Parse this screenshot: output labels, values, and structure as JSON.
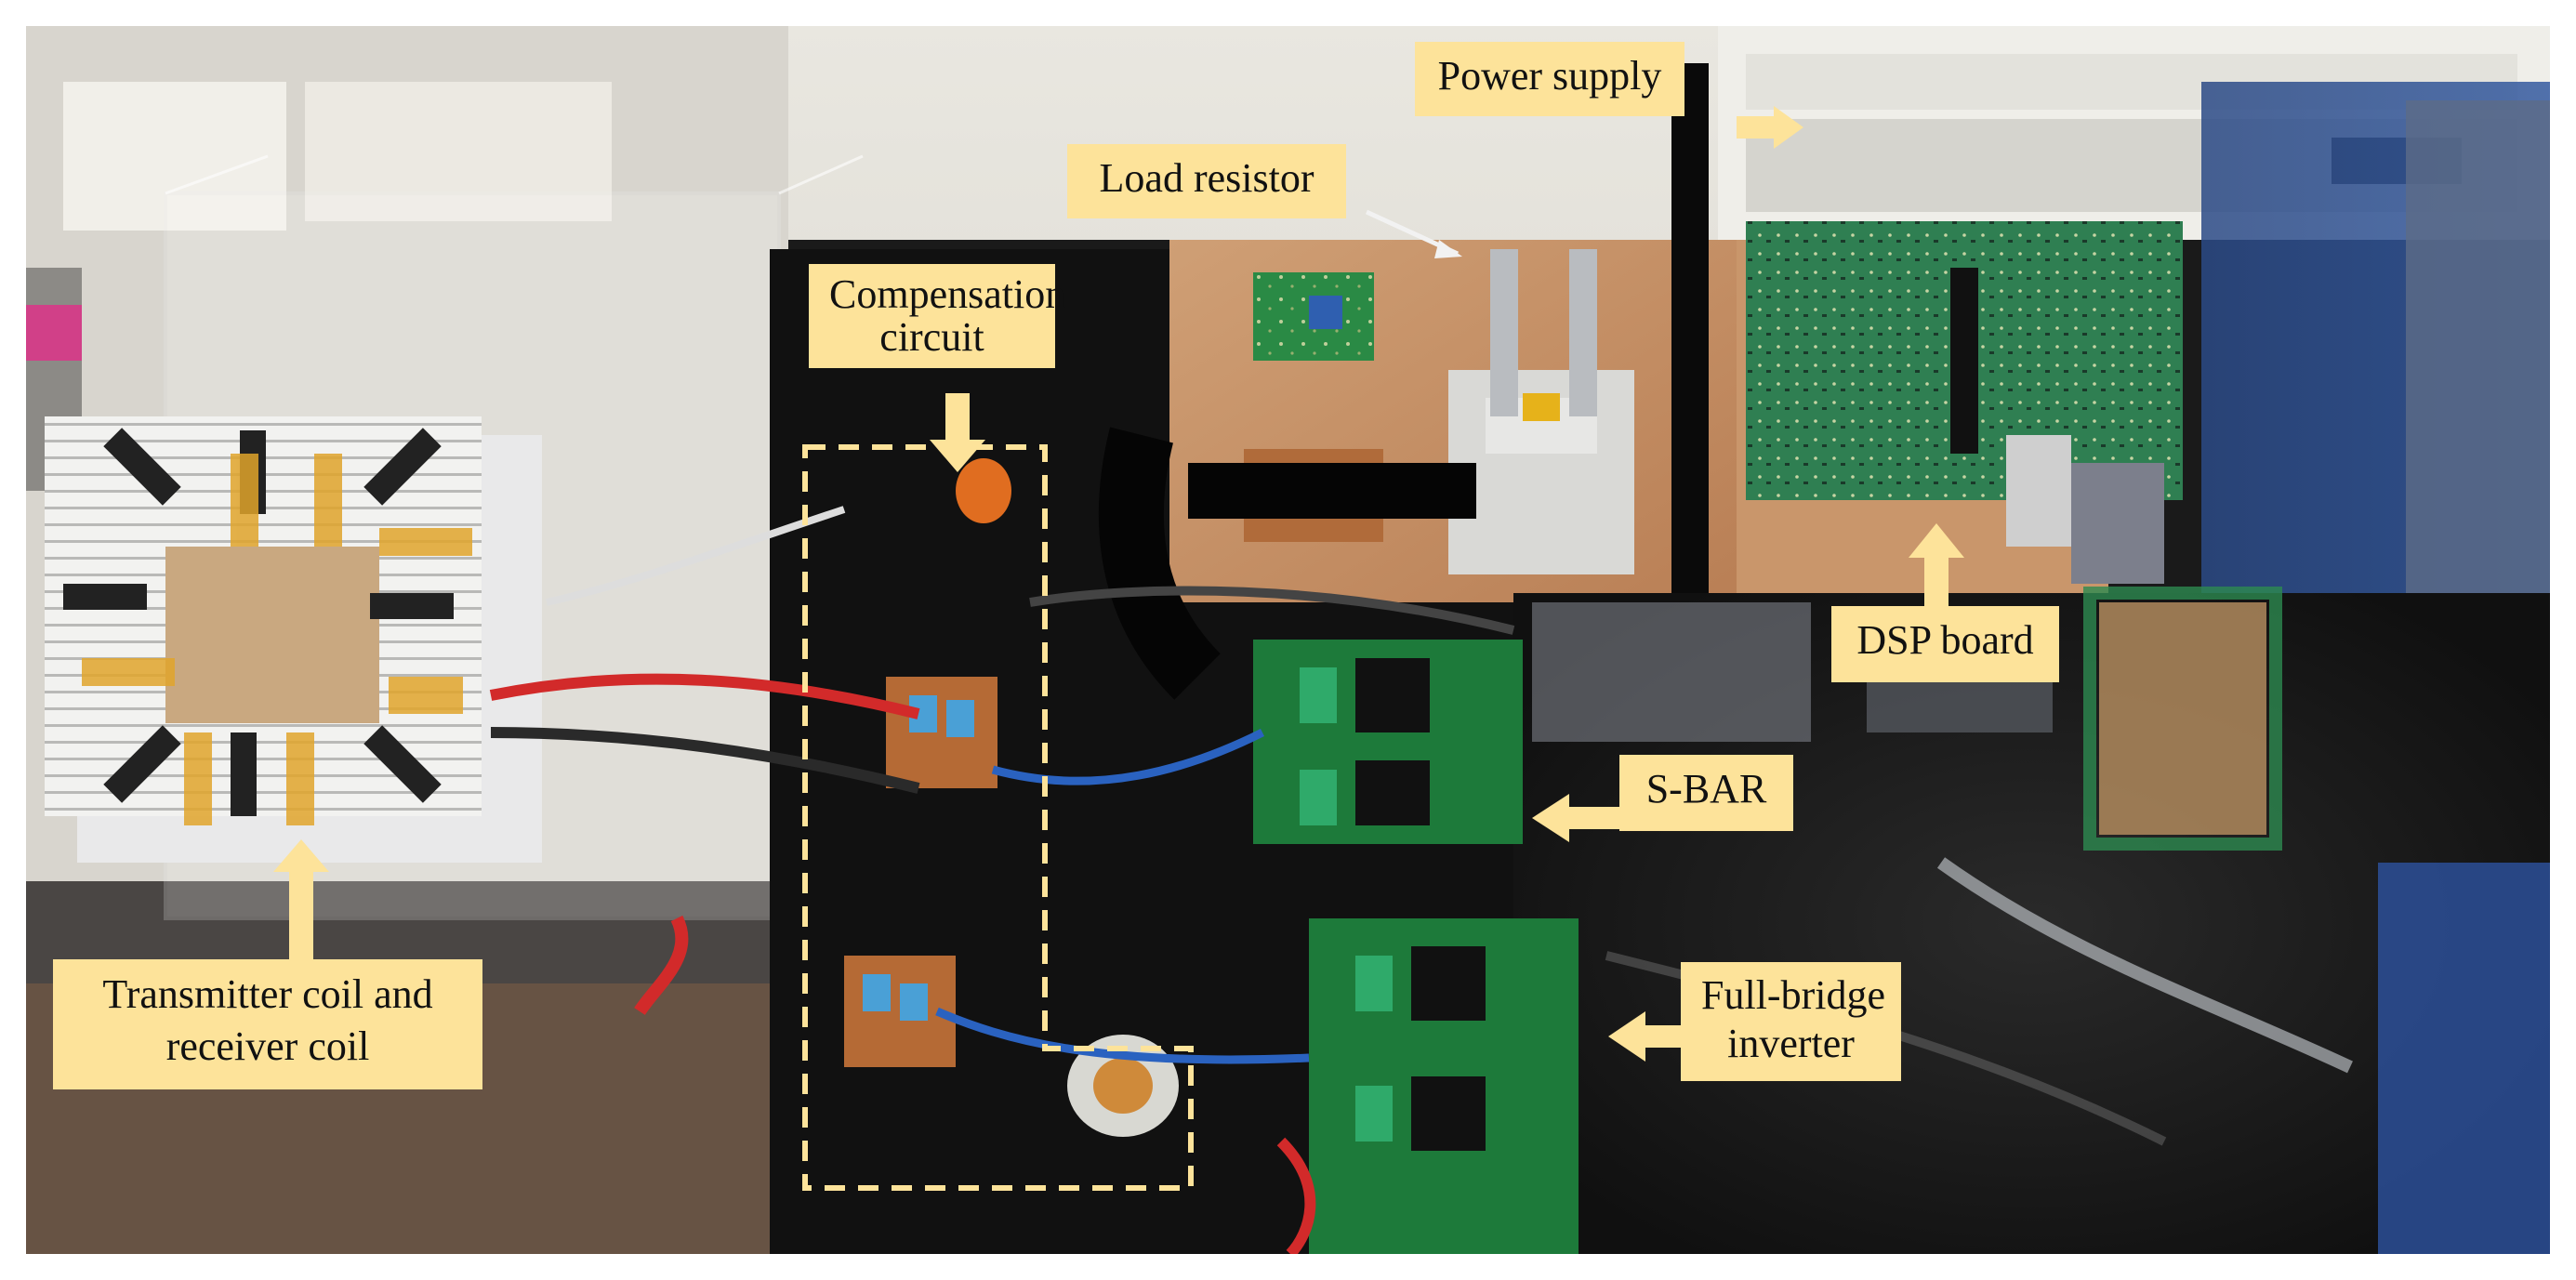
{
  "labels": {
    "power_supply": "Power supply",
    "load_resistor": "Load resistor",
    "compensation_line1": "Compensation",
    "compensation_line2": "circuit",
    "dsp_board": "DSP board",
    "s_bar": "S-BAR",
    "full_bridge_line1": "Full-bridge",
    "full_bridge_line2": "inverter",
    "coil_line1": "Transmitter coil and",
    "coil_line2": "receiver coil"
  },
  "colors": {
    "label_fill": "#fde39a",
    "arrow_fill": "#fde39a",
    "dashed_outline": "#fde39a",
    "pcb_green": "#1d7a3a",
    "table_black": "#141414",
    "wood": "#c8946a"
  }
}
